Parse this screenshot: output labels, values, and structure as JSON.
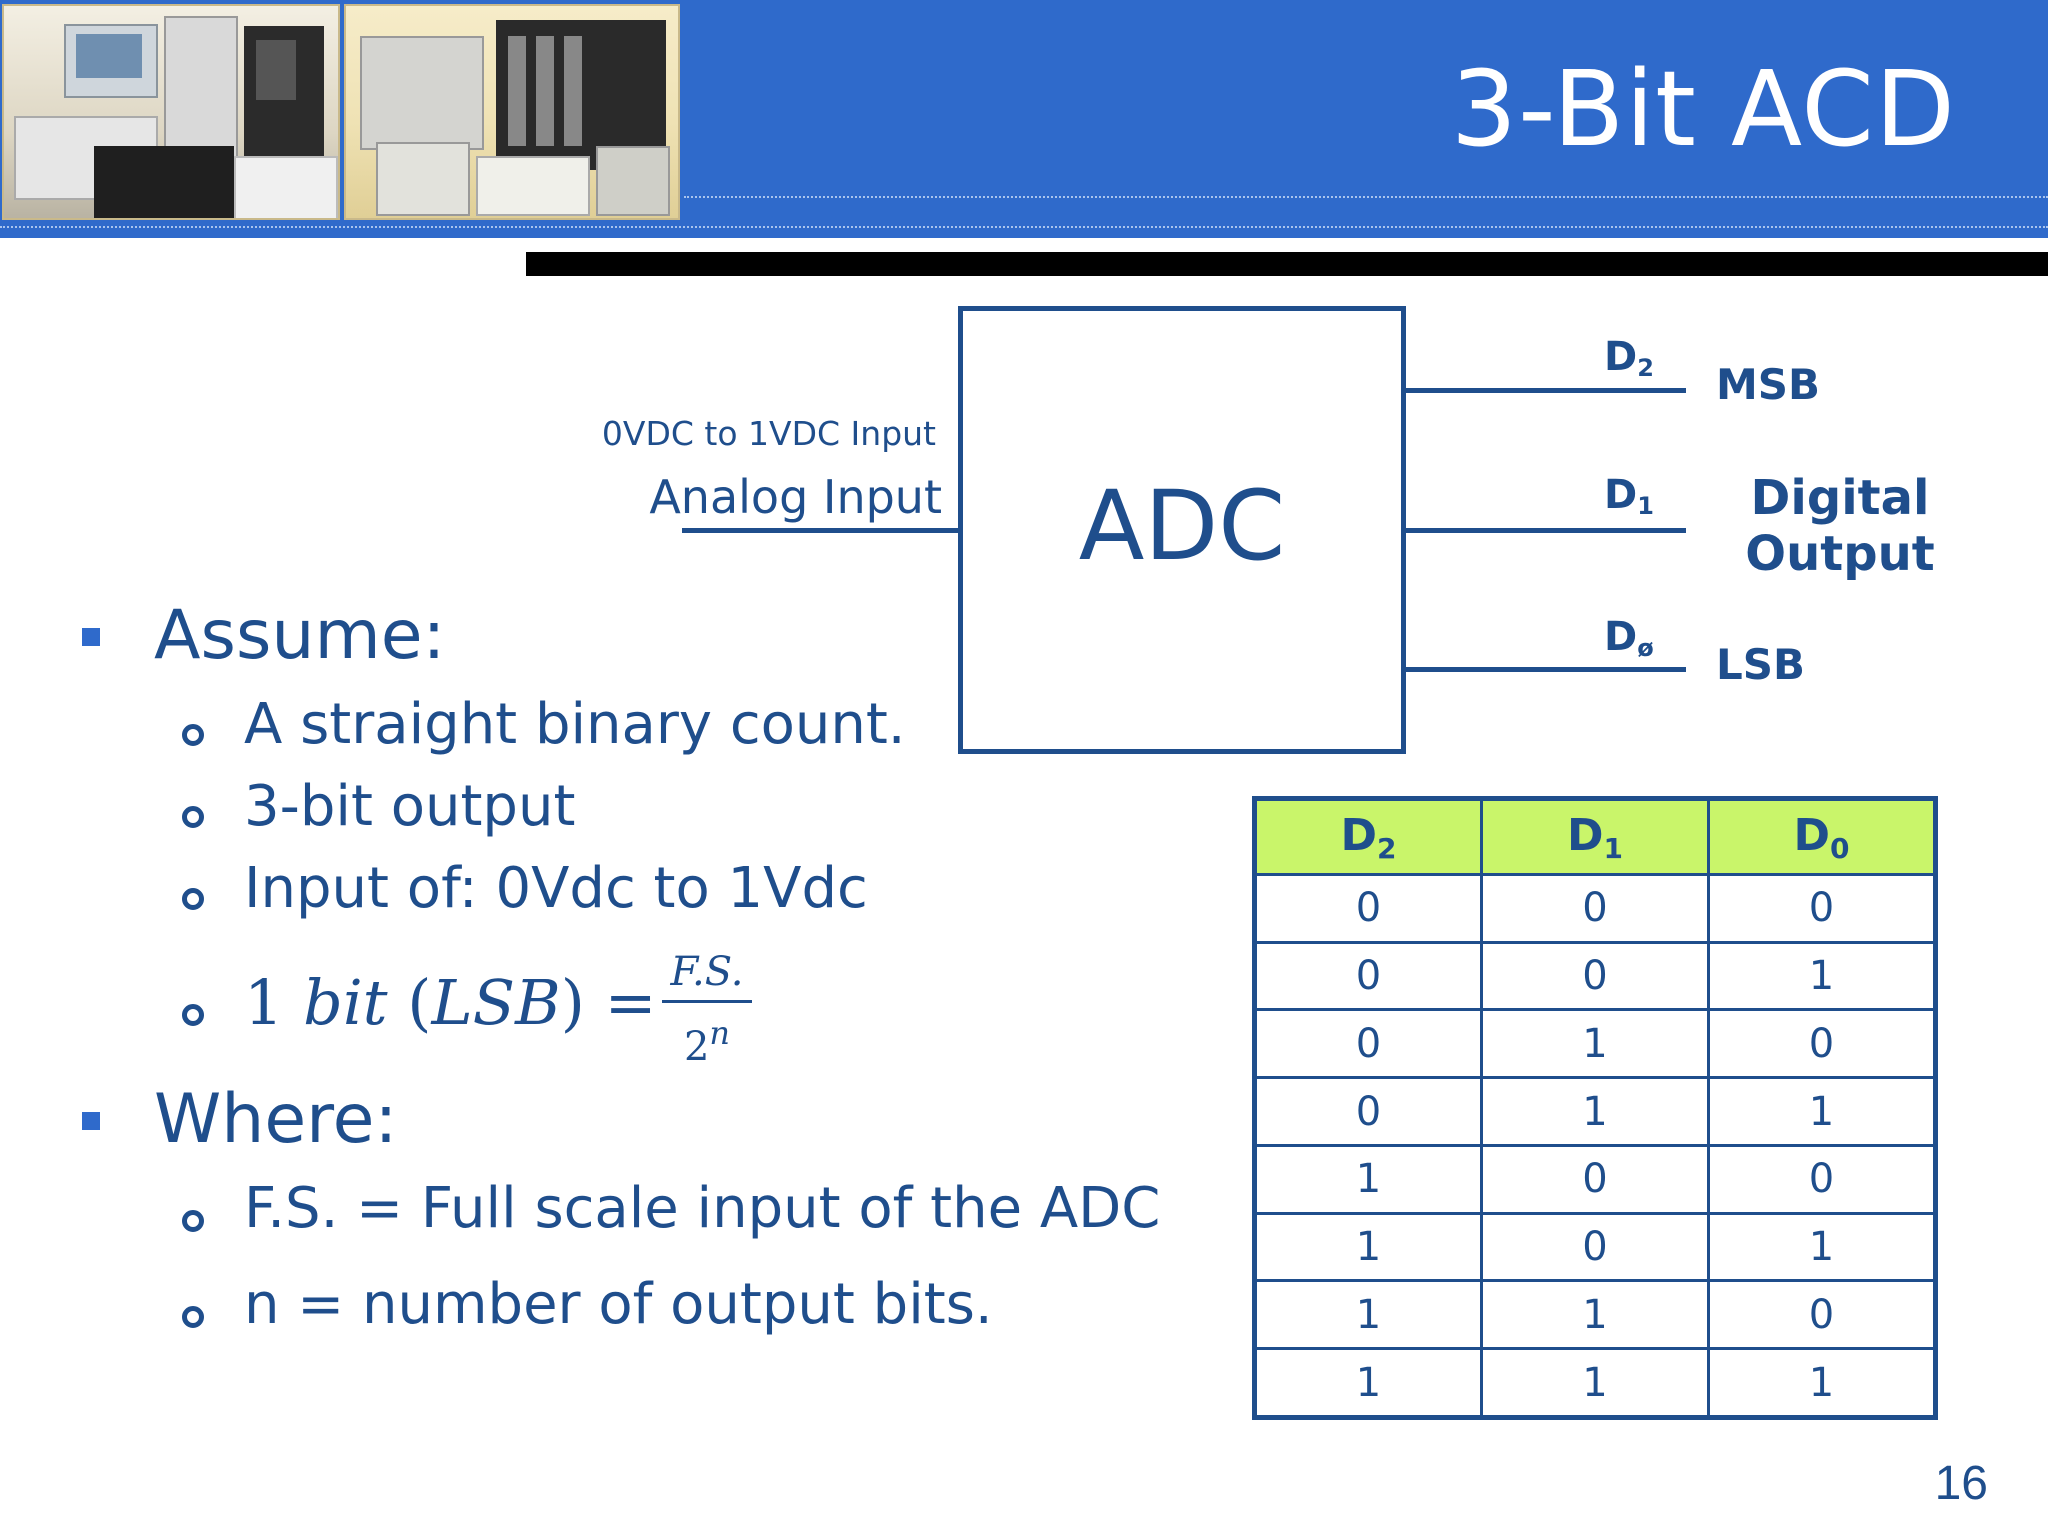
{
  "slide": {
    "title": "3-Bit ACD",
    "page_number": "16"
  },
  "diagram": {
    "block_label": "ADC",
    "input_range": "0VDC to 1VDC Input",
    "input_label": "Analog Input",
    "outputs": [
      {
        "name": "D",
        "sub": "2",
        "tag": "MSB"
      },
      {
        "name": "D",
        "sub": "1",
        "tag": ""
      },
      {
        "name": "D",
        "sub": "ø",
        "tag": "LSB"
      }
    ],
    "output_group_label_1": "Digital",
    "output_group_label_2": "Output"
  },
  "bullets": {
    "assume": "Assume:",
    "assume_items": [
      "A straight binary count.",
      "3-bit output",
      "Input of: 0Vdc to 1Vdc"
    ],
    "formula": {
      "lhs_number": "1 ",
      "lhs_italic": "bit",
      "lhs_paren": " (",
      "lhs_lsb": "LSB",
      "lhs_close": ") = ",
      "numerator": "F.S.",
      "denominator_base": "2",
      "denominator_exp": "n"
    },
    "where": "Where:",
    "where_items": [
      "F.S. = Full scale input of the ADC",
      "n = number of output bits."
    ]
  },
  "truth_table": {
    "headers": [
      {
        "name": "D",
        "sub": "2"
      },
      {
        "name": "D",
        "sub": "1"
      },
      {
        "name": "D",
        "sub": "0"
      }
    ],
    "rows": [
      [
        "0",
        "0",
        "0"
      ],
      [
        "0",
        "0",
        "1"
      ],
      [
        "0",
        "1",
        "0"
      ],
      [
        "0",
        "1",
        "1"
      ],
      [
        "1",
        "0",
        "0"
      ],
      [
        "1",
        "0",
        "1"
      ],
      [
        "1",
        "1",
        "0"
      ],
      [
        "1",
        "1",
        "1"
      ]
    ]
  },
  "colors": {
    "header_blue": "#2f6acb",
    "text_navy": "#1f4e8c",
    "table_header_green": "#c9f56a"
  }
}
